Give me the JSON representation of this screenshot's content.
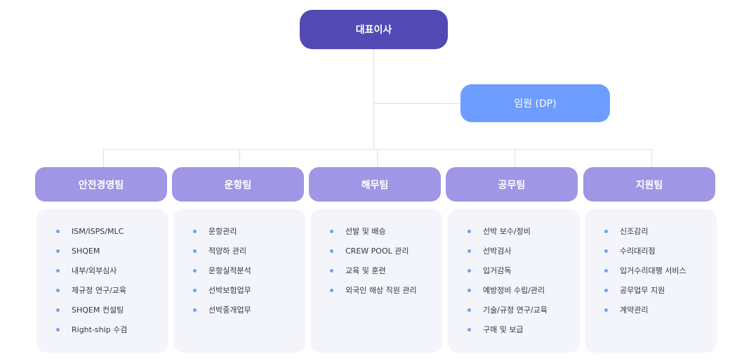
{
  "ceo": {
    "label": "대표이사"
  },
  "executive": {
    "label": "임원 (DP)"
  },
  "teams": [
    {
      "name": "안전경영팀",
      "duties": [
        "ISM/ISPS/MLC",
        "SHQEM",
        "내부/외부심사",
        "제규정 연구/교육",
        "SHQEM 컨설팅",
        "Right-ship 수검"
      ]
    },
    {
      "name": "운항팀",
      "duties": [
        "운항관리",
        "적양하 관리",
        "운항실적분석",
        "선박보험업무",
        "선박중개업무"
      ]
    },
    {
      "name": "해무팀",
      "duties": [
        "선발 및 배승",
        "CREW POOL 관리",
        "교육 및 훈련",
        "외국인 해상 직원 관리"
      ]
    },
    {
      "name": "공무팀",
      "duties": [
        "선박 보수/정비",
        "선박검사",
        "입거감독",
        "예방정비 수립/관리",
        "기술/규정 연구/교육",
        "구매 및 보급"
      ]
    },
    {
      "name": "지원팀",
      "duties": [
        "신조감리",
        "수리대리점",
        "입거수리대행 서비스",
        "공무업무 지원",
        "계약관리"
      ]
    }
  ],
  "colors": {
    "ceo": "#5249b4",
    "executive": "#6d9dff",
    "team": "#9f96e6",
    "card": "#f4f5fb",
    "bullet": "#6aa6ee",
    "line": "#dcdfe6"
  }
}
